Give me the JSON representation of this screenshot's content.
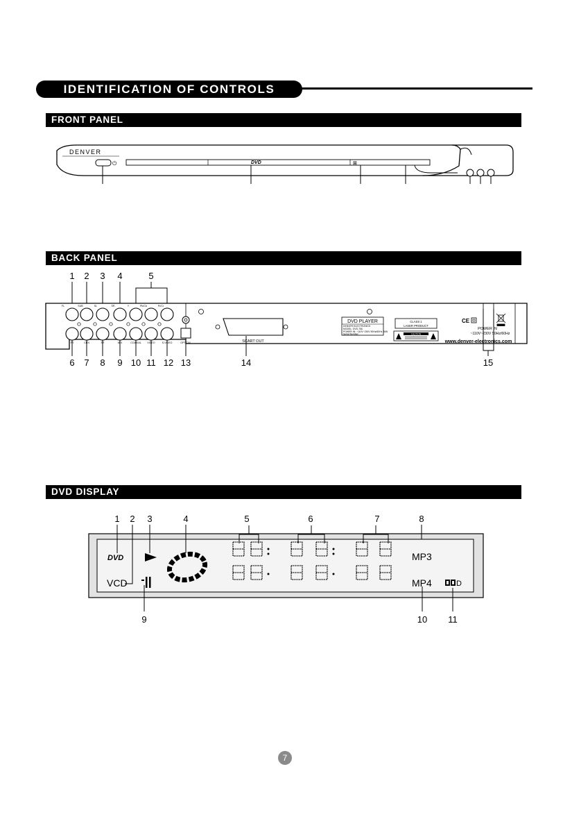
{
  "page_title": "IDENTIFICATION OF CONTROLS",
  "sections": {
    "front_panel": "FRONT PANEL",
    "back_panel": "BACK PANEL",
    "dvd_display": "DVD DISPLAY"
  },
  "front_panel": {
    "brand": "DENVER",
    "disc_logo": "DVD"
  },
  "back_panel": {
    "callouts_top": [
      "1",
      "2",
      "3",
      "4",
      "5"
    ],
    "callouts_bottom": [
      "6",
      "7",
      "8",
      "9",
      "10",
      "11",
      "12",
      "13",
      "14",
      "15"
    ],
    "jack_labels_top": [
      "FL",
      "SUB",
      "SL",
      "SR",
      "Y",
      "Pb/Cb",
      "Pr/Cr"
    ],
    "jack_labels_bottom": [
      "FR",
      "CEN",
      "SR",
      "MIX",
      "COAXIAL",
      "VIDEO",
      "S-VIDEO",
      "OPTICAL"
    ],
    "scart_label": "SCART OUT",
    "rating_label": {
      "title": "DVD PLAYER",
      "line1": "DENVER ELECTRONICS",
      "line2": "MODEL: DVD-756",
      "line3": "POWER IN: ~110V~230V 50Hz/60Hz 26W",
      "line4": "Serial Number:"
    },
    "laser_label": [
      "CLASS 1",
      "LASER PRODUCT"
    ],
    "caution_label": "CAUTION",
    "power_label": [
      "POWER IN",
      "~110V~230V 50Hz/60Hz"
    ],
    "website": "www.denver-electronics.com"
  },
  "dvd_display": {
    "callouts_top": [
      "1",
      "2",
      "3",
      "4",
      "5",
      "6",
      "7",
      "8"
    ],
    "callouts_bottom": [
      "9",
      "10",
      "11"
    ],
    "indicators": {
      "dvd": "DVD",
      "vcd": "VCD",
      "mp3": "MP3",
      "mp4": "MP4",
      "dolby": "D"
    }
  },
  "page_number": "7"
}
